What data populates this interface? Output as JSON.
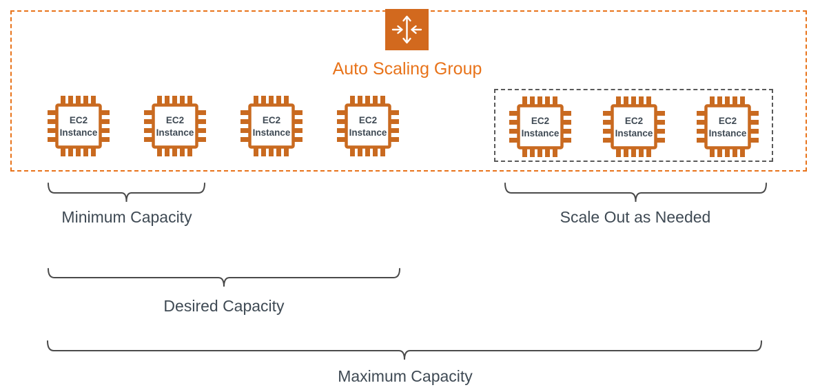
{
  "diagram": {
    "title": "Auto Scaling Group",
    "instance_label": {
      "line1": "EC2",
      "line2": "Instance"
    },
    "instances": [
      {
        "group": "main"
      },
      {
        "group": "main"
      },
      {
        "group": "main"
      },
      {
        "group": "main"
      },
      {
        "group": "scale_out"
      },
      {
        "group": "scale_out"
      },
      {
        "group": "scale_out"
      }
    ],
    "labels": {
      "minimum": "Minimum Capacity",
      "scale_out": "Scale Out as Needed",
      "desired": "Desired Capacity",
      "maximum": "Maximum Capacity"
    },
    "colors": {
      "accent_orange": "#E8731A",
      "icon_orange": "#C96A20",
      "asg_icon_bg": "#D2691E",
      "dark_text": "#3F4A54",
      "brace_gray": "#4A4A4A",
      "scale_out_border_gray": "#595959"
    }
  }
}
